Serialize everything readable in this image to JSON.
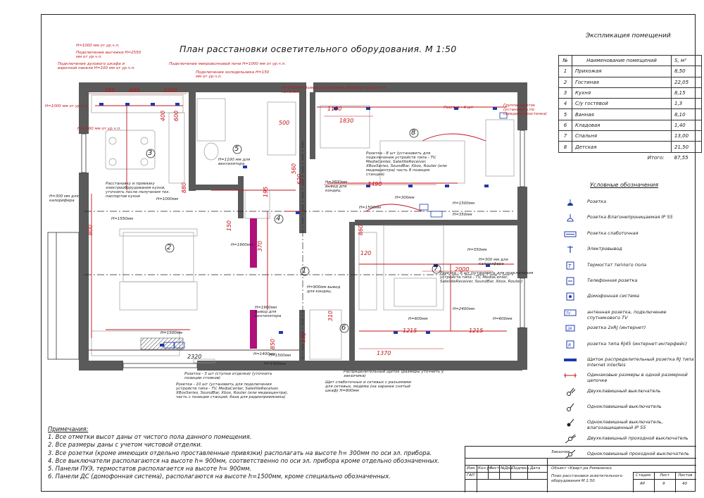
{
  "plan": {
    "title": "План расстановки осветительного оборудования. М 1:50",
    "rooms": [
      "1",
      "2",
      "3",
      "4",
      "5",
      "6",
      "7",
      "8"
    ],
    "dims": {
      "top": [
        "795",
        "600",
        "1005"
      ],
      "bottom": "2320",
      "mid_kitchen_h": "800",
      "room8_a": "1150",
      "room8_b": "1830",
      "room8_c": "3490",
      "room7_a": "2000",
      "room7_b": "1215",
      "room7_c": "1215",
      "room7_d": "1370",
      "v_150": "150",
      "v_120": "120",
      "v_310": "310",
      "v_370": "370",
      "v_440": "440",
      "v_850": "850",
      "v_860": "860",
      "v_400": "400",
      "v_600": "600",
      "v_500": "500",
      "v_560": "560",
      "v_195": "195",
      "v_620": "620",
      "v_880": "880"
    },
    "annotations": {
      "a1": "H=1000 мм от ур.ч.п.",
      "a2": "Подключение вытяжки H=2550 мм от ур.ч.п.",
      "a3": "Подключение духового шкафа и варочной панели H=100 мм от ур.ч.п.",
      "a4": "Подключение микроволновой печи H=1000 мм от ур.ч.п.",
      "a5": "Подключение холодильника H=150 мм от ур.ч.п.",
      "a6": "H=2000мм Вывод для бойлера (бойлер \"зашить\" в потолок)",
      "a7": "H=1000 мм от ур.ч.п.",
      "a8": "H=2000 мм от ур.ч.п.",
      "a9": "Расстановку и привязку электрооборудования кухни, уточнить после получения тех. паспортов кухни",
      "a10": "H=300 мм для калорифера",
      "a11": "H=1000мм",
      "a12": "H=1550мм",
      "a13": "H=1100 мм для вентилятора",
      "a14": "Розетка - 4 шт",
      "a15": "Группа розеток (установить по середине простенка)",
      "a16": "Розетка - 8 шт (установить для подключения устройств типа - TV, MediaCenter, SatelliteReceiver, XBoxSeries, SoundBar, Xbox, Router (или медиацентра) часть 8 позиция станция)",
      "a17": "H=2600мм вывод для кондиц.",
      "a18": "H=300мм",
      "a19": "H=1500мм",
      "a20": "H=1500мм",
      "a21": "H=350мм",
      "a22": "H=550мм",
      "a23": "H=300 мм для калорифера",
      "a24": "Розетка - 8 шт (установить для подключения устройств типа - TV, MediaCenter, SatelliteReceiver, SoundBar, Xbox, Router)",
      "a25": "H=2400мм",
      "a26": "H=600мм",
      "a27": "H=600мм",
      "a28": "H=900мм вывод для кондиц.",
      "a29": "H=1900мм вывод для вентилятора",
      "a30": "H=1900мм",
      "a31": "H=1500мм",
      "a32": "H=1400мм",
      "a33": "Розетка - 3 шт (ступни отделки) (уточнить позиции стояков)",
      "a34": "Розетка - 10 шт (установить для подключения устройств типа - TV, MediaCenter, SatelliteReceiver, XBoxSeries, SoundBar, Xbox, Router (или медиацентра), часть с позиции станций, база для радиоприемника)",
      "a35": "Распределительный щиток (размеры уточнить у заказчика)",
      "a36": "Щит слаботочных и сетевых с разъемами для сетевых, модема (на заранее снятый шкаф) H=800мм",
      "a37": "H=1500мм",
      "a38": "H=1400мм"
    }
  },
  "explication": {
    "title": "Экспликация помещений",
    "header": {
      "n": "№",
      "name": "Наименование помещений",
      "area": "S, м²"
    },
    "rows": [
      {
        "n": "1",
        "name": "Прихожая",
        "area": "8,50"
      },
      {
        "n": "2",
        "name": "Гостиная",
        "area": "22,05"
      },
      {
        "n": "3",
        "name": "Кухня",
        "area": "8,15"
      },
      {
        "n": "4",
        "name": "С/у гостевой",
        "area": "1,3"
      },
      {
        "n": "5",
        "name": "Ванная",
        "area": "8,10"
      },
      {
        "n": "6",
        "name": "Кладовая",
        "area": "1,40"
      },
      {
        "n": "7",
        "name": "Спальня",
        "area": "13,00"
      },
      {
        "n": "8",
        "name": "Детская",
        "area": "21,50"
      }
    ],
    "total_label": "Итого:",
    "total_value": "87,55"
  },
  "legend": {
    "title": "Условные обозначения",
    "items": [
      {
        "icon": "socket-icon",
        "text": "Розетка"
      },
      {
        "icon": "socket-ip55-icon",
        "text": "Розетка Влагонепроницаемая IP 55"
      },
      {
        "icon": "socket-weak-icon",
        "text": "Розетка слаботочная"
      },
      {
        "icon": "cable-output-icon",
        "text": "Электровывод"
      },
      {
        "icon": "thermostat-icon",
        "text": "Термостат теплого пола"
      },
      {
        "icon": "phone-socket-icon",
        "text": "Телефонная розетка"
      },
      {
        "icon": "intercom-icon",
        "text": "Домофонная система"
      },
      {
        "icon": "antenna-socket-icon",
        "text": "антенная розетка, подключение спутникового TV"
      },
      {
        "icon": "rj45-socket-icon",
        "text": "розетка 2хRJ (интернет)"
      },
      {
        "icon": "rj45-single-icon",
        "text": "розетка типа RJ45 (интернет-интерфейс)"
      },
      {
        "icon": "panel-icon",
        "text": "Щиток распределительный розетка RJ типа Internet interfeis"
      },
      {
        "icon": "dims-chain-icon",
        "text": "Одинаковые размеры в одной размерной цепочке"
      },
      {
        "icon": "double-switch-icon",
        "text": "Двухклавишный выключатель"
      },
      {
        "icon": "single-switch-icon",
        "text": "Одноклавишный выключатель"
      },
      {
        "icon": "single-switch-ip55-icon",
        "text": "Одноклавишный выключатель, влагозащищенный IP 55"
      },
      {
        "icon": "double-pass-switch-icon",
        "text": "Двухклавишный проходной выключатель"
      },
      {
        "icon": "single-pass-switch-icon",
        "text": "Одноклавишный проходной выключатель"
      }
    ]
  },
  "notes": {
    "heading": "Примечания:",
    "items": [
      "1. Все отметки высот даны от чистого пола данного помещения.",
      "2. Все размеры даны с учетом чистовой отделки.",
      "3. Все розетки (кроме имеющих отдельно проставленные привязки) располагать на высоте h= 300мм по оси эл. прибора.",
      "4. Все выключатели располагаются на высоте h= 900мм, соответственно по оси эл. прибора кроме отдельно обозначенных.",
      "5. Панели ПУЭ, термостатов располагается на высоте h= 900мм.",
      "6. Панели ДС (домофонная система), располагаются на высоте  h=1500мм, кроме специально обозначенных."
    ]
  },
  "titleblock": {
    "customer": "Заказчик",
    "cols": [
      "Изм.",
      "Кол.уч",
      "Лист",
      "№Док.",
      "Подпись",
      "Дата"
    ],
    "object": "Объект «Кварт.ра Романенко",
    "gap": "ГАП",
    "sheet_title": "План расстановки осветительного оборудования М 1:50",
    "stage_label": "Стадия",
    "sheet_label": "Лист",
    "sheets_label": "Листов",
    "stage": "АР",
    "sheet": "9",
    "sheets": "40"
  },
  "colors": {
    "wall": "#5a5a5a",
    "red": "#c0141a",
    "blue": "#1c3aa8",
    "magenta": "#b0107a",
    "line": "#222222"
  }
}
